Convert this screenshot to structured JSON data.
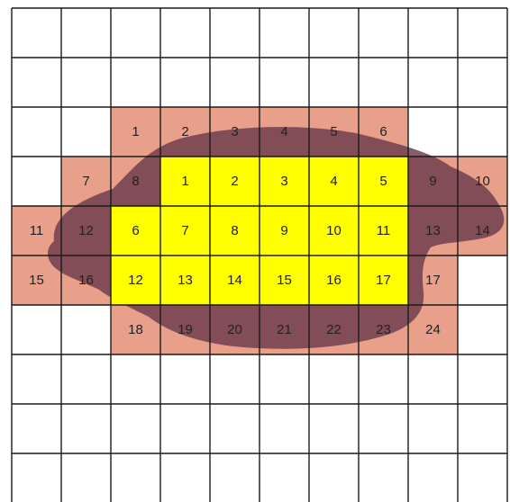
{
  "grid": {
    "rows": 10,
    "cols": 10,
    "line_color": "#1a1a1a",
    "background_color": "#ffffff"
  },
  "colors": {
    "boundary_cell": "#e8a08a",
    "interior_cell": "#ffff00",
    "blob_fill": "#6b3a4a"
  },
  "interior_cells": [
    {
      "label": "1",
      "row": 3,
      "col": 3
    },
    {
      "label": "2",
      "row": 3,
      "col": 4
    },
    {
      "label": "3",
      "row": 3,
      "col": 5
    },
    {
      "label": "4",
      "row": 3,
      "col": 6
    },
    {
      "label": "5",
      "row": 3,
      "col": 7
    },
    {
      "label": "6",
      "row": 4,
      "col": 2
    },
    {
      "label": "7",
      "row": 4,
      "col": 3
    },
    {
      "label": "8",
      "row": 4,
      "col": 4
    },
    {
      "label": "9",
      "row": 4,
      "col": 5
    },
    {
      "label": "10",
      "row": 4,
      "col": 6
    },
    {
      "label": "11",
      "row": 4,
      "col": 7
    },
    {
      "label": "12",
      "row": 5,
      "col": 2
    },
    {
      "label": "13",
      "row": 5,
      "col": 3
    },
    {
      "label": "14",
      "row": 5,
      "col": 4
    },
    {
      "label": "15",
      "row": 5,
      "col": 5
    },
    {
      "label": "16",
      "row": 5,
      "col": 6
    },
    {
      "label": "17",
      "row": 5,
      "col": 7
    }
  ],
  "boundary_cells": [
    {
      "label": "1",
      "row": 2,
      "col": 2
    },
    {
      "label": "2",
      "row": 2,
      "col": 3
    },
    {
      "label": "3",
      "row": 2,
      "col": 4
    },
    {
      "label": "4",
      "row": 2,
      "col": 5
    },
    {
      "label": "5",
      "row": 2,
      "col": 6
    },
    {
      "label": "6",
      "row": 2,
      "col": 7
    },
    {
      "label": "7",
      "row": 3,
      "col": 1
    },
    {
      "label": "8",
      "row": 3,
      "col": 2
    },
    {
      "label": "9",
      "row": 3,
      "col": 8
    },
    {
      "label": "10",
      "row": 3,
      "col": 9
    },
    {
      "label": "11",
      "row": 4,
      "col": 0
    },
    {
      "label": "12",
      "row": 4,
      "col": 1
    },
    {
      "label": "13",
      "row": 4,
      "col": 8
    },
    {
      "label": "14",
      "row": 4,
      "col": 9
    },
    {
      "label": "15",
      "row": 5,
      "col": 0
    },
    {
      "label": "16",
      "row": 5,
      "col": 1
    },
    {
      "label": "17",
      "row": 5,
      "col": 8
    },
    {
      "label": "18",
      "row": 6,
      "col": 2
    },
    {
      "label": "19",
      "row": 6,
      "col": 3
    },
    {
      "label": "20",
      "row": 6,
      "col": 4
    },
    {
      "label": "21",
      "row": 6,
      "col": 5
    },
    {
      "label": "22",
      "row": 6,
      "col": 6
    },
    {
      "label": "23",
      "row": 6,
      "col": 7
    },
    {
      "label": "24",
      "row": 6,
      "col": 8
    }
  ]
}
